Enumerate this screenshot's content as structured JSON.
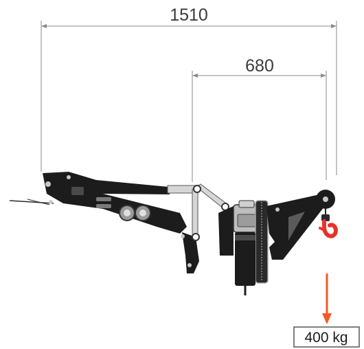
{
  "dimensions": {
    "overall_reach": "1510",
    "hook_offset": "680"
  },
  "load": {
    "label": "400 kg"
  },
  "colors": {
    "machine": "#1c1c1c",
    "arm_link": "#d6d6d6",
    "hook": "#e8322c",
    "arrow": "#f15a24",
    "dimension_line": "#8a8a8a",
    "background": "#ffffff"
  },
  "icons": {
    "load_arrow": "arrow-down-icon",
    "hook": "crane-hook-icon"
  }
}
